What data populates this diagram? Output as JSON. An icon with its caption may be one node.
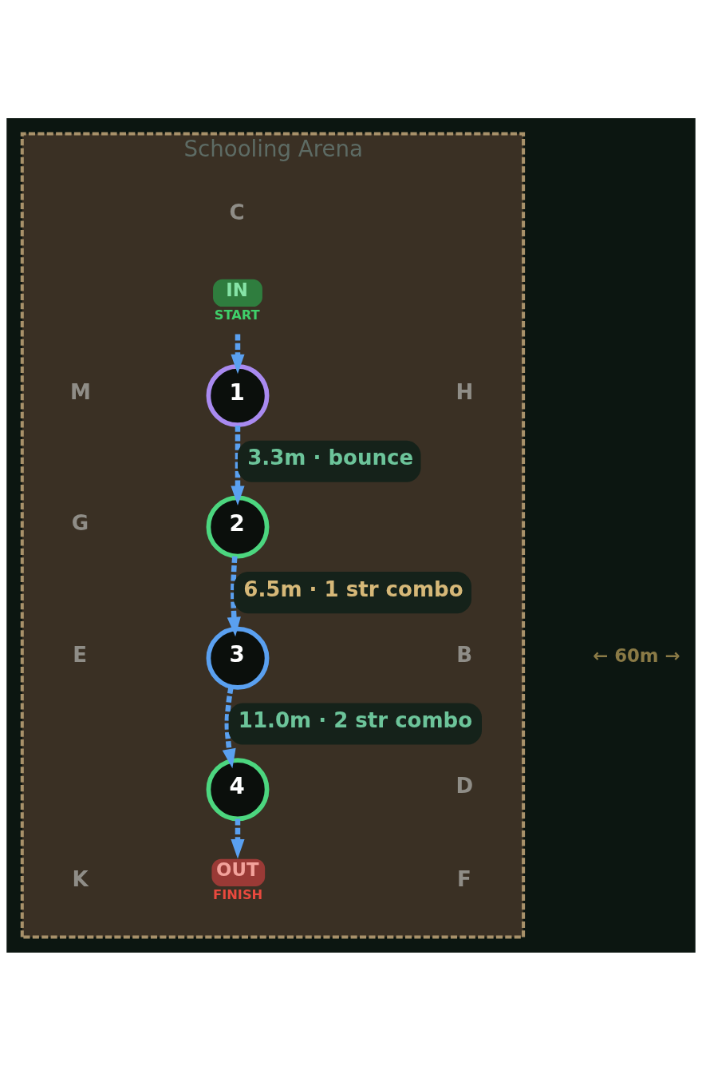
{
  "diagram": {
    "nodes": [
      {
        "text": [
          "Schooling Arena"
        ]
      },
      {
        "text": [
          "IN",
          "START"
        ],
        "in": 0
      },
      {
        "text": [
          "1"
        ],
        "in": 0
      },
      {
        "text": [
          "2"
        ],
        "in": 0
      },
      {
        "text": [
          "3"
        ],
        "in": 0
      },
      {
        "text": [
          "4"
        ],
        "in": 0
      },
      {
        "text": [
          "OUT",
          "FINISH"
        ],
        "in": 0
      }
    ],
    "edges": [
      {
        "from": 1,
        "to": 2,
        "arrow": "to",
        "style": "dashed"
      },
      {
        "from": 2,
        "to": 3,
        "arrow": "to",
        "style": "dashed",
        "label": "3.3m · bounce"
      },
      {
        "from": 3,
        "to": 4,
        "arrow": "to",
        "style": "dashed",
        "label": "6.5m · 1 str combo"
      },
      {
        "from": 4,
        "to": 5,
        "arrow": "to",
        "style": "dashed",
        "label": "11.0m · 2 str combo"
      },
      {
        "from": 5,
        "to": 6,
        "arrow": "to",
        "style": "dashed"
      }
    ],
    "labels": [
      "C",
      "M",
      "H",
      "G",
      "E",
      "B",
      "← 60m →",
      "D",
      "K",
      "F"
    ]
  }
}
